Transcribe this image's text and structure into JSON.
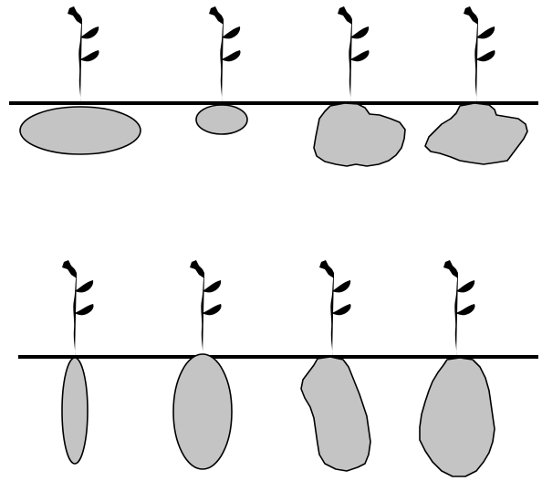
{
  "figure": {
    "rows": [
      {
        "row_id": "top",
        "ground_line": true,
        "specimens": [
          {
            "plant": true,
            "bulb_shape": "wide-ellipse"
          },
          {
            "plant": true,
            "bulb_shape": "small-ellipse"
          },
          {
            "plant": true,
            "bulb_shape": "irregular"
          },
          {
            "plant": true,
            "bulb_shape": "irregular-flat"
          }
        ]
      },
      {
        "row_id": "bottom",
        "ground_line": true,
        "specimens": [
          {
            "plant": true,
            "bulb_shape": "narrow-vertical-ellipse"
          },
          {
            "plant": true,
            "bulb_shape": "tall-ellipse"
          },
          {
            "plant": true,
            "bulb_shape": "irregular-vertical"
          },
          {
            "plant": true,
            "bulb_shape": "irregular-vertical-wide"
          }
        ]
      }
    ],
    "colors": {
      "bulb_fill": "#c4c4c4",
      "stroke": "#000000",
      "background": "#ffffff"
    }
  }
}
